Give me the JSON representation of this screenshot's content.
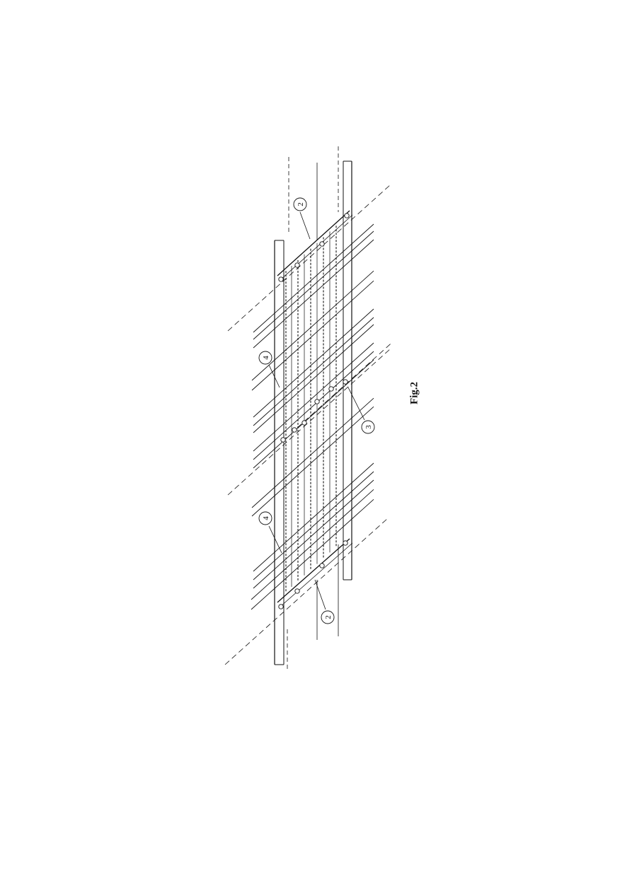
{
  "figure": {
    "caption": "Fig.2",
    "callouts": [
      {
        "label": "2",
        "ref": "top-right"
      },
      {
        "label": "4",
        "ref": "upper-middle"
      },
      {
        "label": "3",
        "ref": "lower-middle"
      },
      {
        "label": "4",
        "ref": "lower-left"
      },
      {
        "label": "2",
        "ref": "bottom-left"
      }
    ]
  },
  "colors": {
    "ink": "#111111",
    "paper": "#ffffff"
  }
}
